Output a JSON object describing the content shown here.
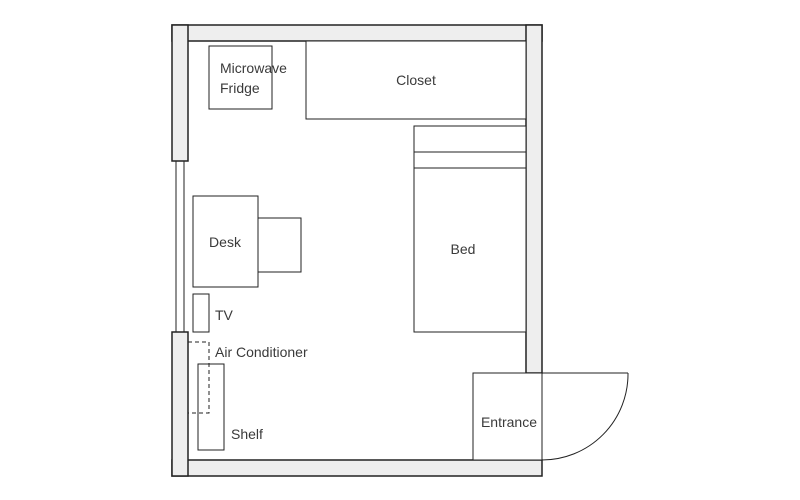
{
  "floorplan": {
    "labels": {
      "microwave_line1": "Microwave",
      "microwave_line2": "Fridge",
      "closet": "Closet",
      "desk": "Desk",
      "bed": "Bed",
      "tv": "TV",
      "air_conditioner": "Air Conditioner",
      "shelf": "Shelf",
      "entrance": "Entrance"
    },
    "colors": {
      "wall_fill": "#eeeeee",
      "line": "#222222",
      "text": "#3a3a3a"
    }
  }
}
